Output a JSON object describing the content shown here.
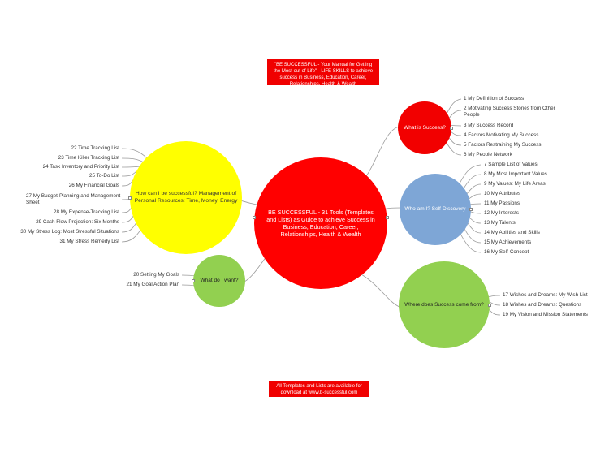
{
  "header_banner": "\"BE SUCCESSFUL - Your Manual for Getting the Most out of Life\" - LIFE SKILLS to achieve success in Business, Education, Career, Relationships, Health & Wealth",
  "footer_banner": "All Templates and Lists are available for download at www.b-successful.com",
  "center": "BE SUCCESSFUL - 31 Tools (Templates and Lists) as Guide to achieve Success in Business, Education, Career, Relationships, Health & Wealth",
  "colors": {
    "banner": "#f00000",
    "center": "#ff0000",
    "success": "#f20000",
    "discovery": "#7ea6d6",
    "growth": "#92d050",
    "resources": "#ffff00"
  },
  "branches": {
    "what_is_success": {
      "title": "What is Success?",
      "items": [
        "1 My Definition of Success",
        "2 Motivating Success Stories from Other People",
        "3 My Success Record",
        "4 Factors Motivating My Success",
        "5 Factors Restraining My Success",
        "6 My People Network"
      ]
    },
    "who_am_i": {
      "title": "Who am I? Self-Discovery",
      "items": [
        "7 Sample List of Values",
        "8 My Most Important Values",
        "9 My Values: My Life Areas",
        "10 My Attributes",
        "11 My Passions",
        "12 My Interests",
        "13 My Talents",
        "14 My Abilities and Skills",
        "15 My Achievements",
        "16 My Self-Concept"
      ]
    },
    "where_from": {
      "title": "Where does Success come from?",
      "items": [
        "17 Wishes and Dreams: My Wish List",
        "18 Wishes and Dreams: Questions",
        "19 My Vision and Mission Statements"
      ]
    },
    "how_can_i": {
      "title": "How can I be successful? Management of Personal Resources: Time, Money, Energy",
      "items": [
        "22 Time Tracking List",
        "23 Time Killer Tracking List",
        "24 Task Inventory and Priority List",
        "25 To-Do List",
        "26 My Financial Goals",
        "27 My Budget-Planning and Management Sheet",
        "28 My Expense-Tracking List",
        "29 Cash Flow Projection: Six Months",
        "30 My Stress Log: Most Stressful Situations",
        "31 My Stress Remedy List"
      ]
    },
    "what_do_i_want": {
      "title": "What do I want?",
      "items": [
        "20 Setting My Goals",
        "21 My Goal Action Plan"
      ]
    }
  }
}
